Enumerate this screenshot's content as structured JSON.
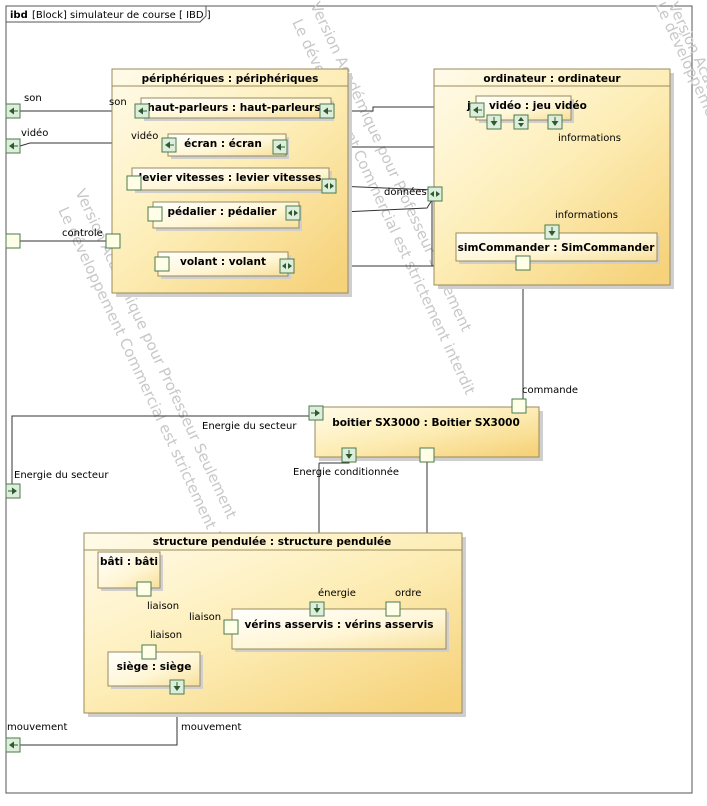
{
  "frame": {
    "tag": "ibd",
    "title": "[Block] simulateur de course [ IBD ]"
  },
  "blocks": {
    "peripheriques": "périphériques : périphériques",
    "haut_parleurs": "haut-parleurs : haut-parleurs",
    "ecran": "écran : écran",
    "levier": "levier vitesses : levier vitesses",
    "pedalier": "pédalier : pédalier",
    "volant": "volant : volant",
    "ordinateur": "ordinateur : ordinateur",
    "jeu_video": "jeu vidéo : jeu vidéo",
    "simcommander": "simCommander : SimCommander",
    "boitier": "boitier SX3000 : Boitier SX3000",
    "structure": "structure pendulée : structure pendulée",
    "bati": "bâti : bâti",
    "siege": "siège : siège",
    "verins": "vérins asservis : vérins asservis"
  },
  "labels": {
    "son_outer": "son",
    "son_inner": "son",
    "video_outer": "vidéo",
    "video_inner": "vidéo",
    "informations_1": "informations",
    "informations_2": "informations",
    "donnees": "données",
    "controle": "controle",
    "commande": "commande",
    "energie_secteur_1": "Energie du secteur",
    "energie_secteur_2": "Energie du secteur",
    "energie_conditionnee": "Energie conditionnée",
    "energie": "énergie",
    "ordre": "ordre",
    "liaison_1": "liaison",
    "liaison_2": "liaison",
    "liaison_3": "liaison",
    "mouvement_outer": "mouvement",
    "mouvement_inner": "mouvement"
  },
  "watermark": {
    "line1": "Version Académique pour Professeur Seulement",
    "line2": "Le développement Commercial est strictement interdit"
  },
  "colors": {
    "block_fill_top": "#fdf6dc",
    "block_fill_bottom": "#f7dc95",
    "port_green": "#ddeedd",
    "port_border": "#4a7a4a"
  }
}
